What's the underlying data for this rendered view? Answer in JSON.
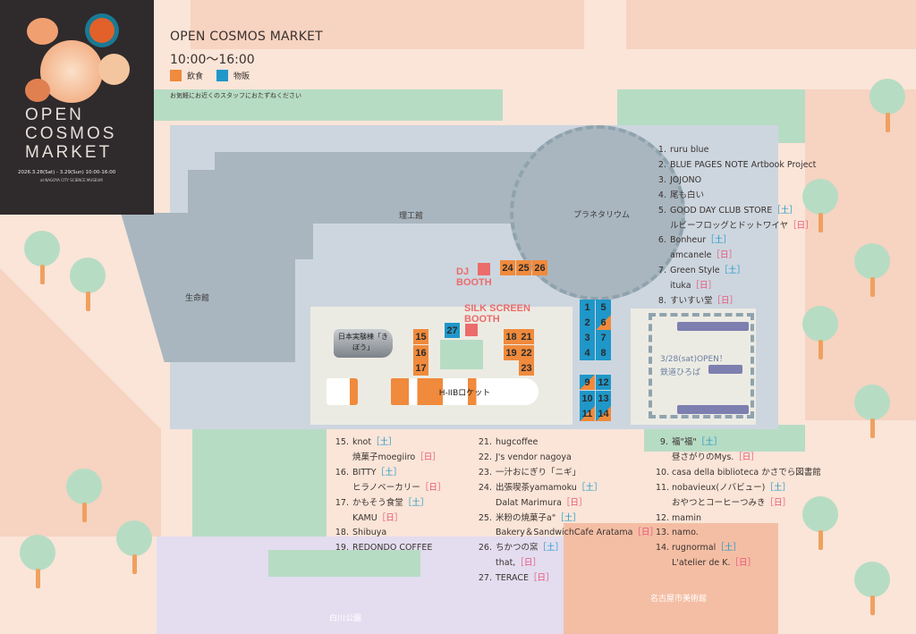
{
  "header": {
    "title": "OPEN COSMOS MARKET",
    "hours": "10:00〜16:00",
    "legend": [
      {
        "label": "飲食",
        "color": "#f08a3c"
      },
      {
        "label": "物販",
        "color": "#1f97c9"
      }
    ],
    "note": "お気軽にお近くのスタッフにおたずねください"
  },
  "poster": {
    "title": "OPEN COSMOS MARKET",
    "date": "2026.3.28(Sat) - 3.29(Sun) 10:00-16:00",
    "venue": "at NAGOYA CITY SCIENCE MUSEUM"
  },
  "map": {
    "labels": {
      "science_hall": "理工館",
      "planetarium": "プラネタリウム",
      "life_hall": "生命館",
      "kibo": "日本実験棟「きぼう」",
      "rocket": "H-IIBロケット",
      "railway_open": "3/28(sat)OPEN！",
      "railway": "鉄道ひろば",
      "park": "白川公園",
      "art_museum": "名古屋市美術館",
      "dj": "DJ BOOTH",
      "silk": "SILK SCREEN BOOTH"
    }
  },
  "booths": [
    {
      "n": "24",
      "t": "food"
    },
    {
      "n": "25",
      "t": "food"
    },
    {
      "n": "26",
      "t": "food"
    },
    {
      "n": "27",
      "t": "goods"
    },
    {
      "n": "15",
      "t": "food"
    },
    {
      "n": "16",
      "t": "food"
    },
    {
      "n": "17",
      "t": "food"
    },
    {
      "n": "18",
      "t": "food"
    },
    {
      "n": "21",
      "t": "food"
    },
    {
      "n": "19",
      "t": "food"
    },
    {
      "n": "22",
      "t": "food"
    },
    {
      "n": "23",
      "t": "food"
    },
    {
      "n": "1",
      "t": "goods"
    },
    {
      "n": "5",
      "t": "goods"
    },
    {
      "n": "2",
      "t": "goods"
    },
    {
      "n": "6",
      "t": "both"
    },
    {
      "n": "3",
      "t": "goods"
    },
    {
      "n": "7",
      "t": "goods"
    },
    {
      "n": "4",
      "t": "goods"
    },
    {
      "n": "8",
      "t": "goods"
    },
    {
      "n": "9",
      "t": "both"
    },
    {
      "n": "12",
      "t": "goods"
    },
    {
      "n": "10",
      "t": "goods"
    },
    {
      "n": "13",
      "t": "goods"
    },
    {
      "n": "11",
      "t": "both"
    },
    {
      "n": "14",
      "t": "both"
    }
  ],
  "day_tags": {
    "sat": "［土］",
    "sun": "［日］"
  },
  "lists": [
    [
      {
        "n": "1.",
        "name": "ruru blue"
      },
      {
        "n": "2.",
        "name": "BLUE PAGES NOTE Artbook Project"
      },
      {
        "n": "3.",
        "name": "JOJONO"
      },
      {
        "n": "4.",
        "name": "尾も白い"
      },
      {
        "n": "5.",
        "name": "GOOD DAY CLUB STORE",
        "day": "sat"
      },
      {
        "n": "",
        "name": "ルビーフロッグとドットワイヤ",
        "day": "sun"
      },
      {
        "n": "6.",
        "name": "Bonheur",
        "day": "sat"
      },
      {
        "n": "",
        "name": "amcanele",
        "day": "sun"
      },
      {
        "n": "7.",
        "name": "Green Style",
        "day": "sat"
      },
      {
        "n": "",
        "name": "ituka",
        "day": "sun"
      },
      {
        "n": "8.",
        "name": "すいすい堂",
        "day": "sun"
      }
    ],
    [
      {
        "n": "15.",
        "name": "knot",
        "day": "sat"
      },
      {
        "n": "",
        "name": "焼菓子moegiiro",
        "day": "sun"
      },
      {
        "n": "16.",
        "name": "BITTY",
        "day": "sat"
      },
      {
        "n": "",
        "name": "ヒラノベーカリー",
        "day": "sun"
      },
      {
        "n": "17.",
        "name": "かもそう食堂",
        "day": "sat"
      },
      {
        "n": "",
        "name": "KAMU",
        "day": "sun"
      },
      {
        "n": "18.",
        "name": "Shibuya"
      },
      {
        "n": "19.",
        "name": "REDONDO COFFEE"
      }
    ],
    [
      {
        "n": "21.",
        "name": "hugcoffee"
      },
      {
        "n": "22.",
        "name": "J's vendor nagoya"
      },
      {
        "n": "23.",
        "name": "一汁おにぎり「ニギ」"
      },
      {
        "n": "24.",
        "name": "出張喫茶yamamoku",
        "day": "sat"
      },
      {
        "n": "",
        "name": "Dalat Marimura",
        "day": "sun"
      },
      {
        "n": "25.",
        "name": "米粉の焼菓子a\"",
        "day": "sat"
      },
      {
        "n": "",
        "name": "Bakery＆SandwichCafe Aratama",
        "day": "sun"
      },
      {
        "n": "26.",
        "name": "ちかつの窯",
        "day": "sat"
      },
      {
        "n": "",
        "name": "that,",
        "day": "sun"
      },
      {
        "n": "27.",
        "name": "TERACE",
        "day": "sun"
      }
    ],
    [
      {
        "n": "9.",
        "name": "福\"福\"",
        "day": "sat"
      },
      {
        "n": "",
        "name": "昼さがりのMys.",
        "day": "sun"
      },
      {
        "n": "10.",
        "name": "casa della biblioteca かさでら図書館"
      },
      {
        "n": "11.",
        "name": "nobavieux(ノバビュー)",
        "day": "sat"
      },
      {
        "n": "",
        "name": "おやつとコーヒーつみき",
        "day": "sun"
      },
      {
        "n": "12.",
        "name": "mamin"
      },
      {
        "n": "13.",
        "name": "namo."
      },
      {
        "n": "14.",
        "name": "rugnormal",
        "day": "sat"
      },
      {
        "n": "",
        "name": "L'atelier de K.",
        "day": "sun"
      }
    ]
  ]
}
